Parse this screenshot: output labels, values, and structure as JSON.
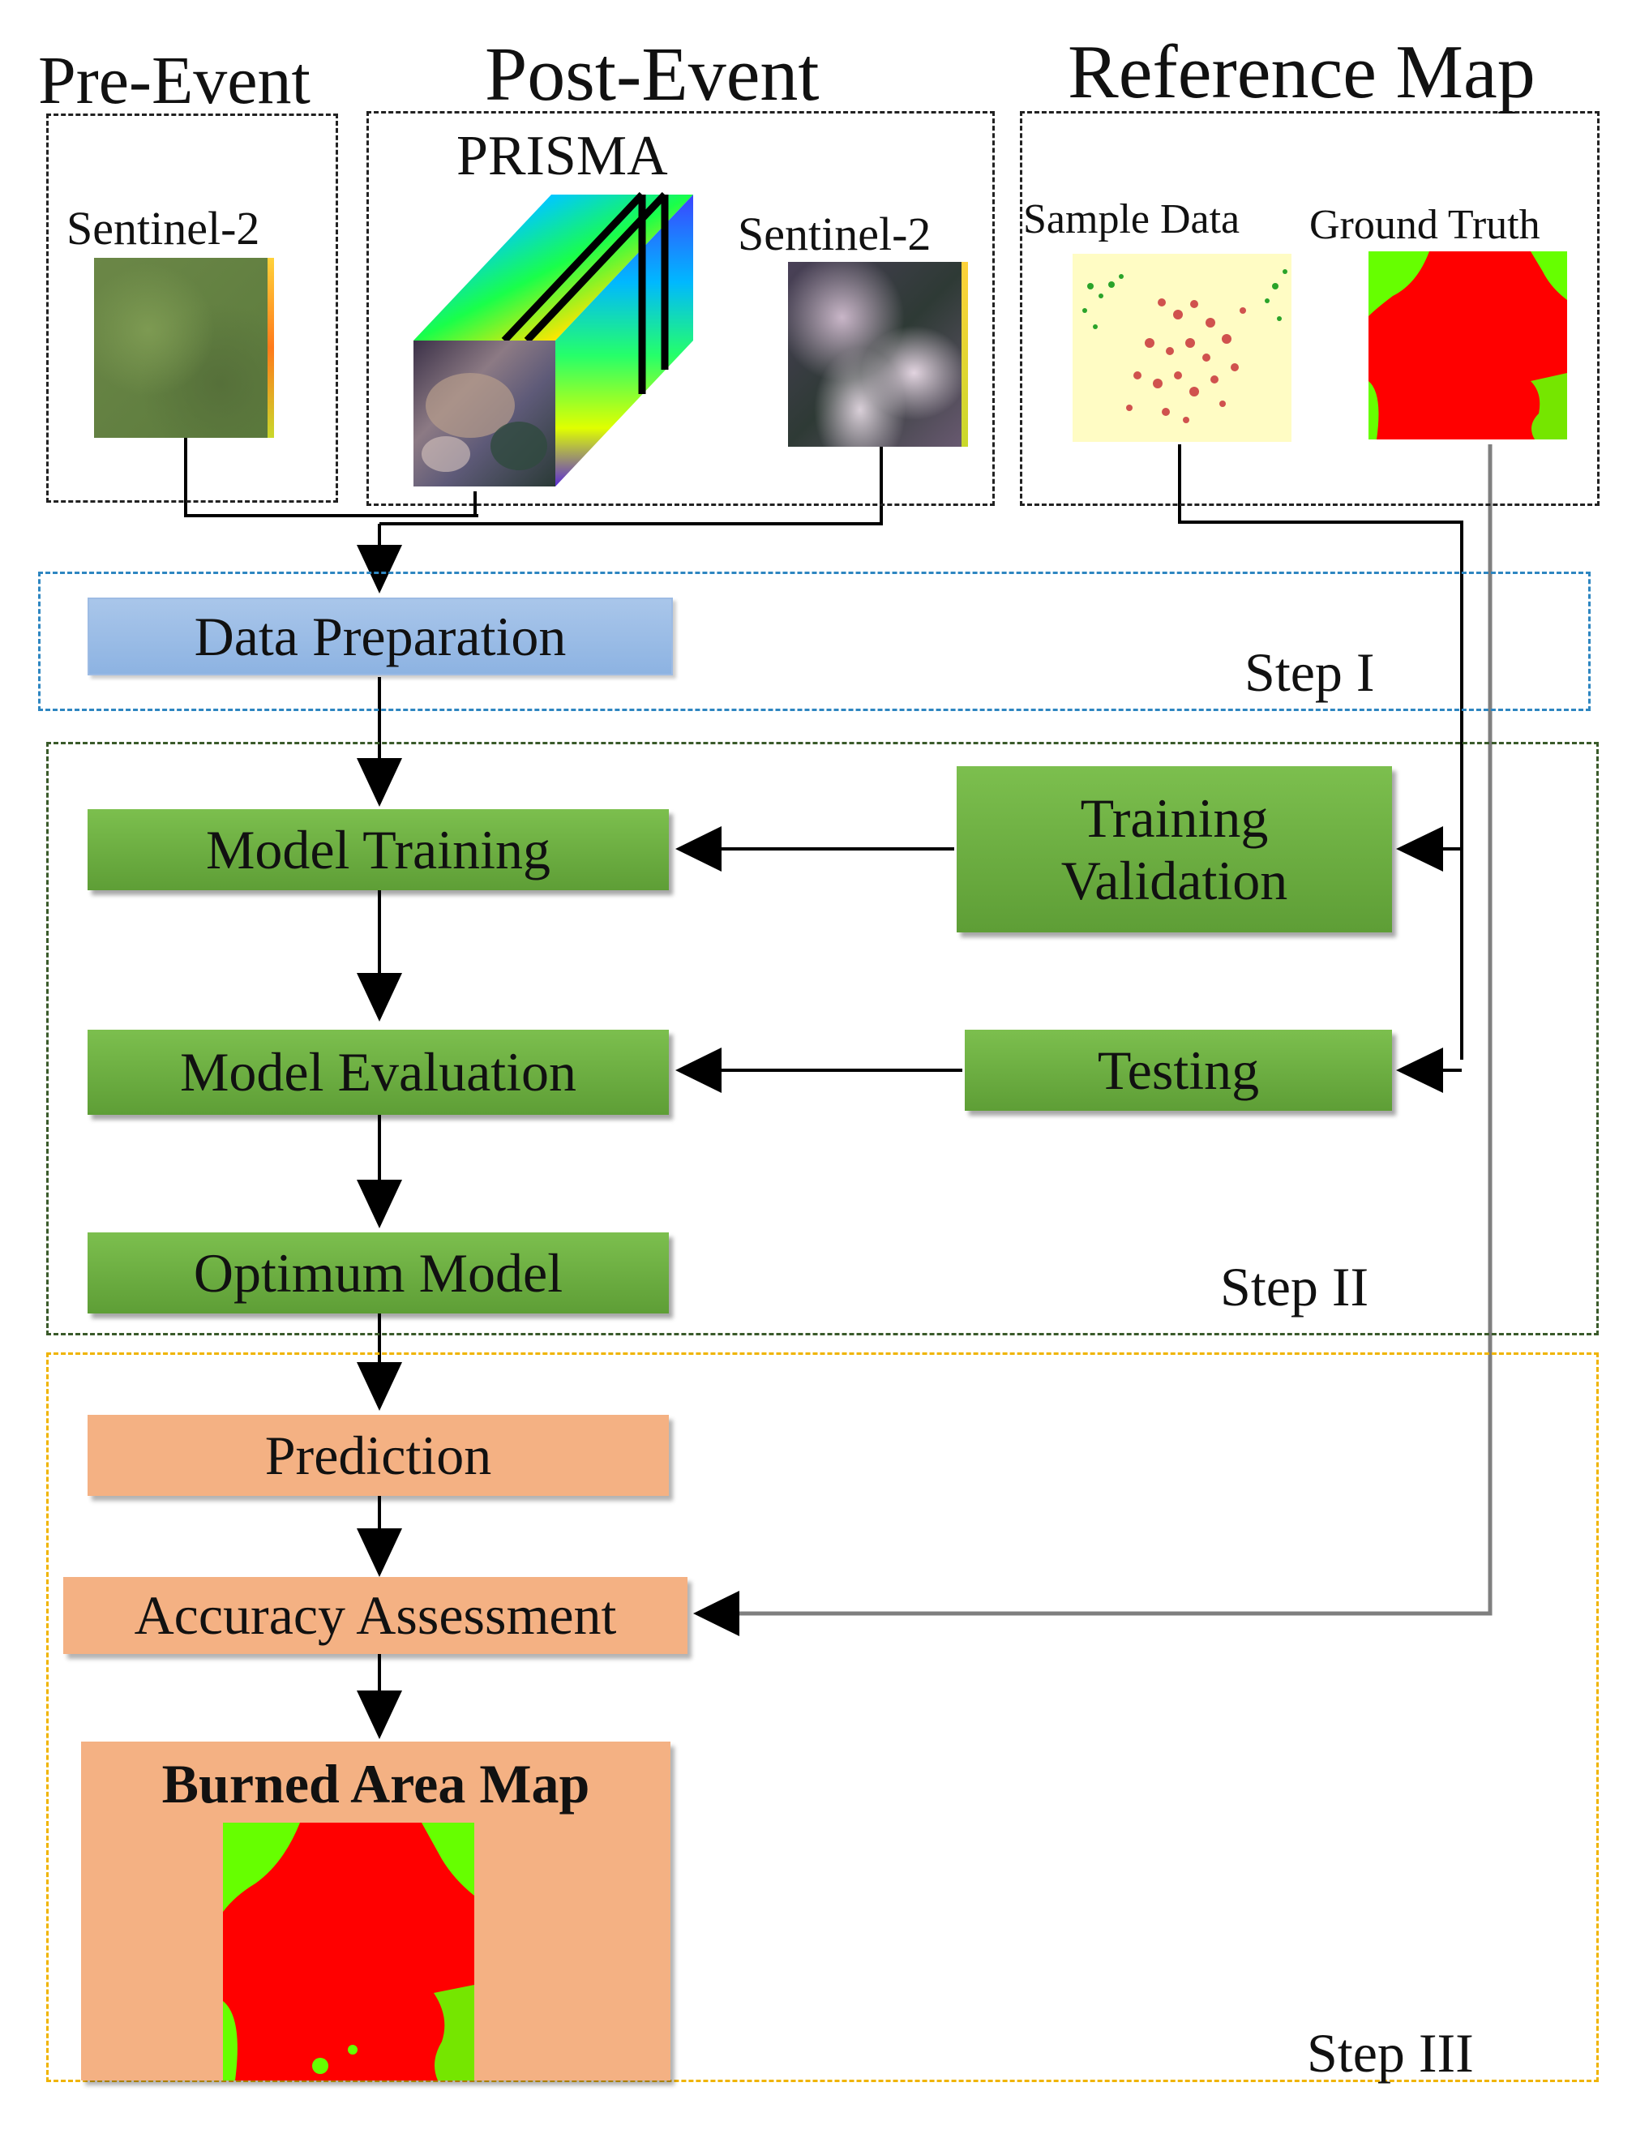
{
  "headers": {
    "pre_event": "Pre-Event",
    "post_event": "Post-Event",
    "reference_map": "Reference Map"
  },
  "inputs": {
    "pre_sentinel": "Sentinel-2",
    "prisma": "PRISMA",
    "post_sentinel": "Sentinel-2",
    "sample_data": "Sample Data",
    "ground_truth": "Ground Truth"
  },
  "steps": {
    "step1": "Step I",
    "step2": "Step II",
    "step3": "Step III"
  },
  "boxes": {
    "data_preparation": "Data Preparation",
    "model_training": "Model Training",
    "training_validation": "Training\nValidation",
    "model_evaluation": "Model Evaluation",
    "testing": "Testing",
    "optimum_model": "Optimum Model",
    "prediction": "Prediction",
    "accuracy_assessment": "Accuracy Assessment",
    "burned_area_map": "Burned Area Map"
  },
  "colors": {
    "green_box": "#6aaa40",
    "blue_box": "#8db3e2",
    "peach_box": "#f4b183",
    "step1_border": "#2e86c1",
    "step2_border": "#3a5a2a",
    "step3_border": "#f0b400",
    "burned": "#ff0000",
    "unburned": "#66ff00"
  }
}
